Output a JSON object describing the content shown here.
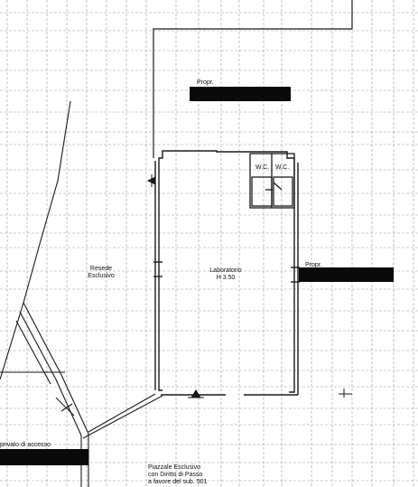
{
  "labels": {
    "neighbor_top": "Propr.",
    "neighbor_right": "Propr.",
    "wc_left": "W.C.",
    "wc_right": "W.C.",
    "yard_line1": "Resede",
    "yard_line2": "Esclusivo",
    "lab_name": "Laboratorio",
    "lab_height": "H 3.50",
    "access_label": "privato di accesso",
    "square_line1": "Piazzale Esclusivo",
    "square_line2": "con Diritto di Passo",
    "square_line3": "a favore del sub. 501"
  },
  "colors": {
    "ink": "#1a1a1a",
    "grid": "#9a9a9a",
    "redaction": "#0a0a0a"
  }
}
